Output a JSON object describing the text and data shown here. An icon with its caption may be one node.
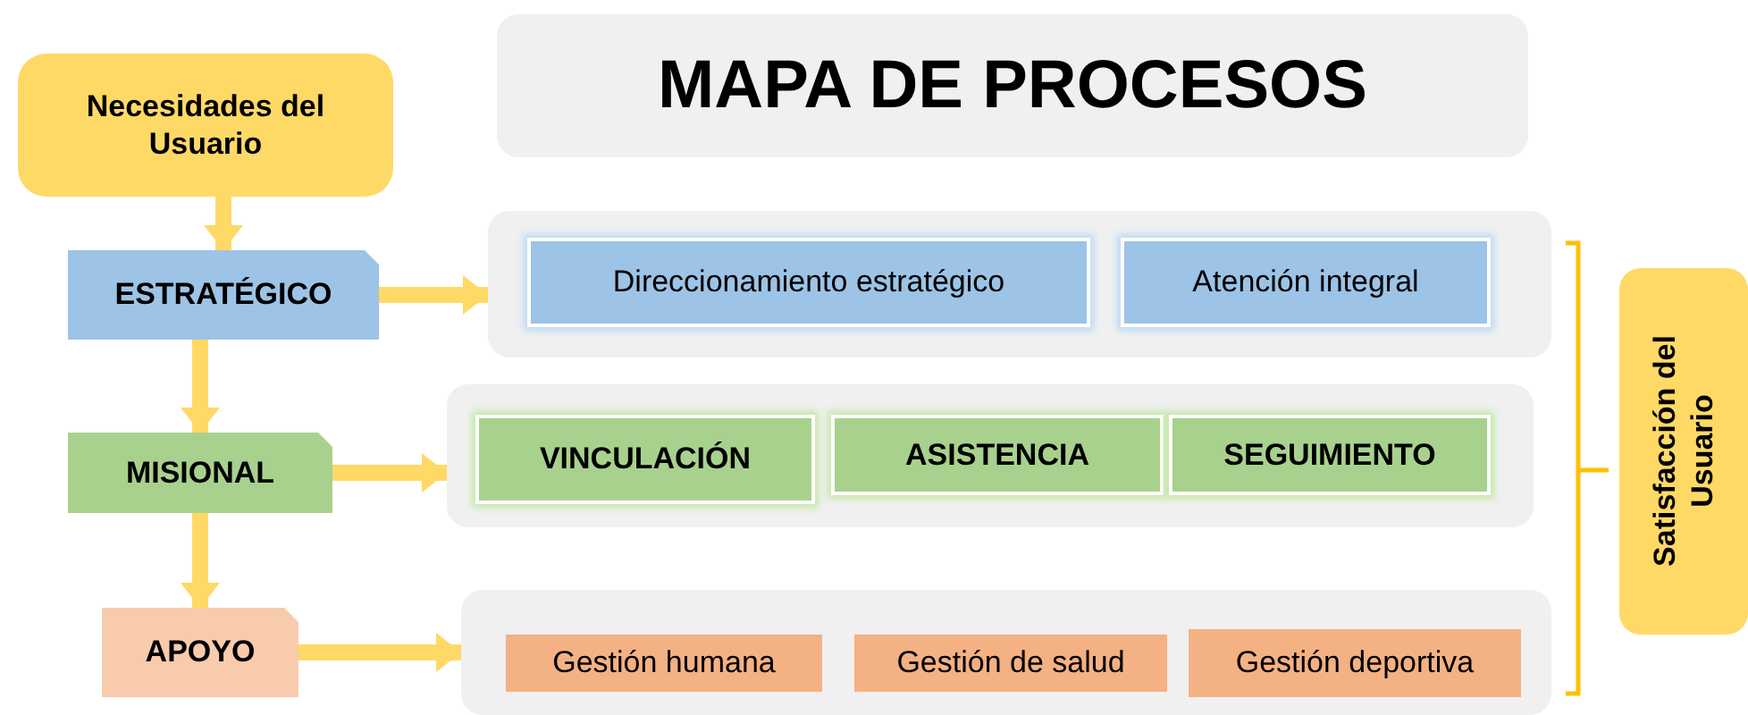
{
  "diagram": {
    "title": "MAPA DE PROCESOS",
    "nodes": [
      {
        "text": [
          "Necesidades del Usuario"
        ]
      },
      {
        "text": [
          "ESTRATÉGICO"
        ]
      },
      {
        "text": [
          "MISIONAL"
        ]
      },
      {
        "text": [
          "APOYO"
        ]
      },
      {
        "text": [],
        "shape": "box"
      },
      {
        "text": [
          "Direccionamiento estratégico"
        ],
        "in": 4
      },
      {
        "text": [
          "Atención integral"
        ],
        "in": 4
      },
      {
        "text": [],
        "shape": "box"
      },
      {
        "text": [
          "VINCULACIÓN"
        ],
        "in": 7
      },
      {
        "text": [
          "ASISTENCIA"
        ],
        "in": 7
      },
      {
        "text": [
          "SEGUIMIENTO"
        ],
        "in": 7
      },
      {
        "text": [],
        "shape": "box"
      },
      {
        "text": [
          "Gestión humana"
        ],
        "in": 11
      },
      {
        "text": [
          "Gestión de salud"
        ],
        "in": 11
      },
      {
        "text": [
          "Gestión deportiva"
        ],
        "in": 11
      },
      {
        "text": [
          "Satisfacción del Usuario"
        ]
      }
    ],
    "edges": [
      {
        "from": 0,
        "to": 1,
        "arrow": "to"
      },
      {
        "from": 1,
        "to": 2,
        "arrow": "to"
      },
      {
        "from": 2,
        "to": 3,
        "arrow": "to"
      },
      {
        "from": 1,
        "to": 4,
        "arrow": "to"
      },
      {
        "from": 2,
        "to": 7,
        "arrow": "to"
      },
      {
        "from": 3,
        "to": 11,
        "arrow": "to"
      }
    ]
  }
}
